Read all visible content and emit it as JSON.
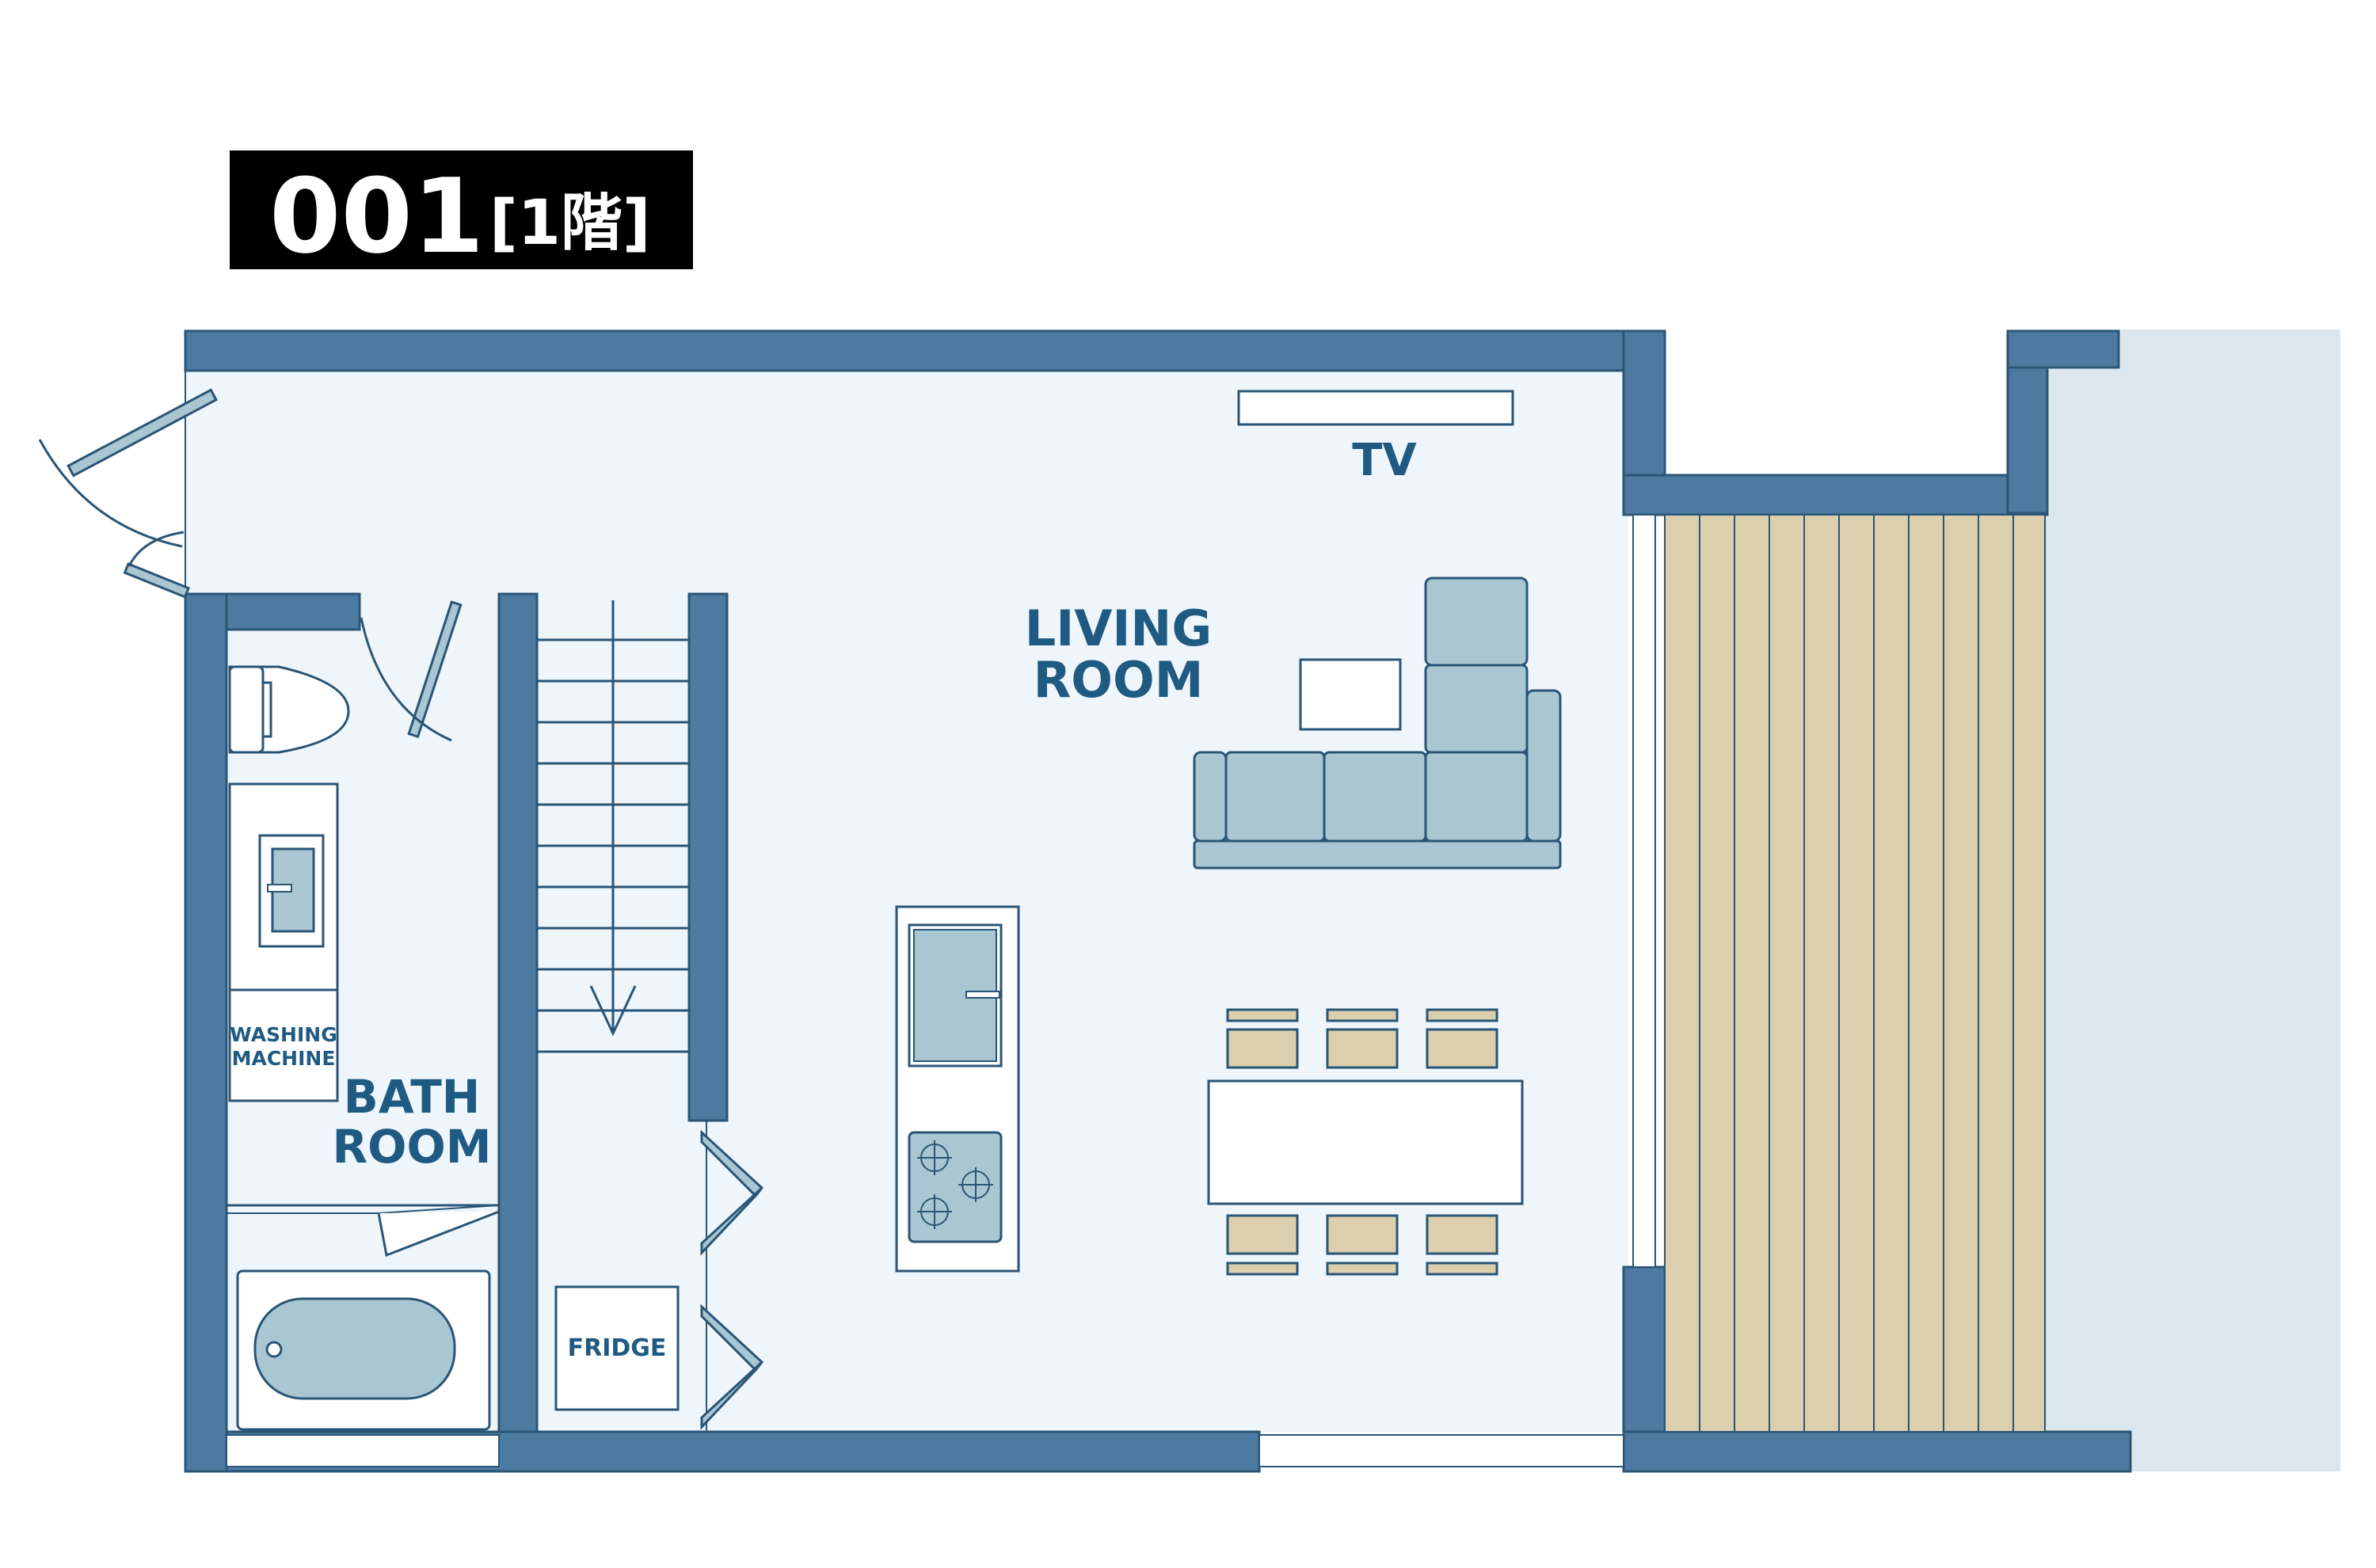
{
  "header": {
    "unit_number": "001",
    "floor_label": "[1階]"
  },
  "rooms": {
    "living_room": {
      "line1": "LIVING",
      "line2": "ROOM"
    },
    "bath_room": {
      "line1": "BATH",
      "line2": "ROOM"
    }
  },
  "fixtures": {
    "tv": "TV",
    "washing_machine": {
      "line1": "WASHING",
      "line2": "MACHINE"
    },
    "fridge": "FRIDGE"
  },
  "colors": {
    "wall": "#4d7aa0",
    "wall_outline": "#2a5576",
    "floor": "#eef5fb",
    "furniture_blue": "#a9c7d3",
    "wood": "#dccfae",
    "balcony_side": "#dbe7ec",
    "text": "#1f5a82",
    "title_bg": "#000000"
  },
  "icons": [
    "door-swing-icon",
    "stair-arrow-icon",
    "stove-burner-icon",
    "toilet-icon",
    "sink-icon",
    "bathtub-icon",
    "folding-door-icon"
  ]
}
